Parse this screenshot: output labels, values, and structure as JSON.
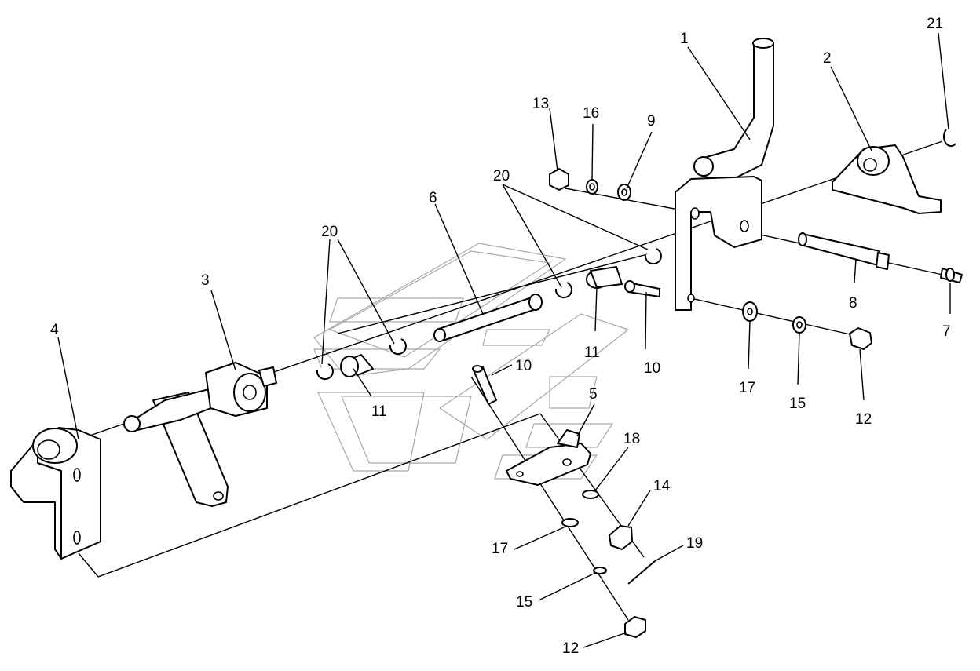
{
  "callouts": {
    "c1": "1",
    "c2": "2",
    "c3": "3",
    "c4": "4",
    "c5": "5",
    "c6": "6",
    "c7": "7",
    "c8": "8",
    "c9": "9",
    "c10a": "10",
    "c10b": "10",
    "c11a": "11",
    "c11b": "11",
    "c12a": "12",
    "c12b": "12",
    "c13": "13",
    "c14": "14",
    "c15a": "15",
    "c15b": "15",
    "c16": "16",
    "c17a": "17",
    "c17b": "17",
    "c18": "18",
    "c19": "19",
    "c20a": "20",
    "c20b": "20",
    "c21": "21"
  },
  "parts": [
    {
      "callout": "1",
      "icon": "shift-lever-icon"
    },
    {
      "callout": "2",
      "icon": "bearing-bracket-icon"
    },
    {
      "callout": "3",
      "icon": "lever-arm-icon"
    },
    {
      "callout": "4",
      "icon": "mounting-bracket-icon"
    },
    {
      "callout": "5",
      "icon": "link-plate-icon"
    },
    {
      "callout": "6",
      "icon": "shaft-icon"
    },
    {
      "callout": "7",
      "icon": "grease-nipple-icon"
    },
    {
      "callout": "8",
      "icon": "bolt-icon"
    },
    {
      "callout": "9",
      "icon": "washer-icon"
    },
    {
      "callout": "10",
      "icon": "ball-pin-icon"
    },
    {
      "callout": "11",
      "icon": "bushing-icon"
    },
    {
      "callout": "12",
      "icon": "nut-icon"
    },
    {
      "callout": "13",
      "icon": "nut-icon"
    },
    {
      "callout": "14",
      "icon": "castle-nut-icon"
    },
    {
      "callout": "15",
      "icon": "lock-washer-icon"
    },
    {
      "callout": "16",
      "icon": "lock-washer-icon"
    },
    {
      "callout": "17",
      "icon": "washer-icon"
    },
    {
      "callout": "18",
      "icon": "washer-icon"
    },
    {
      "callout": "19",
      "icon": "cotter-pin-icon"
    },
    {
      "callout": "20",
      "icon": "circlip-icon"
    },
    {
      "callout": "21",
      "icon": "circlip-icon"
    }
  ],
  "colors": {
    "line": "#000000",
    "watermark": "#a8a8a8",
    "background": "#ffffff"
  }
}
